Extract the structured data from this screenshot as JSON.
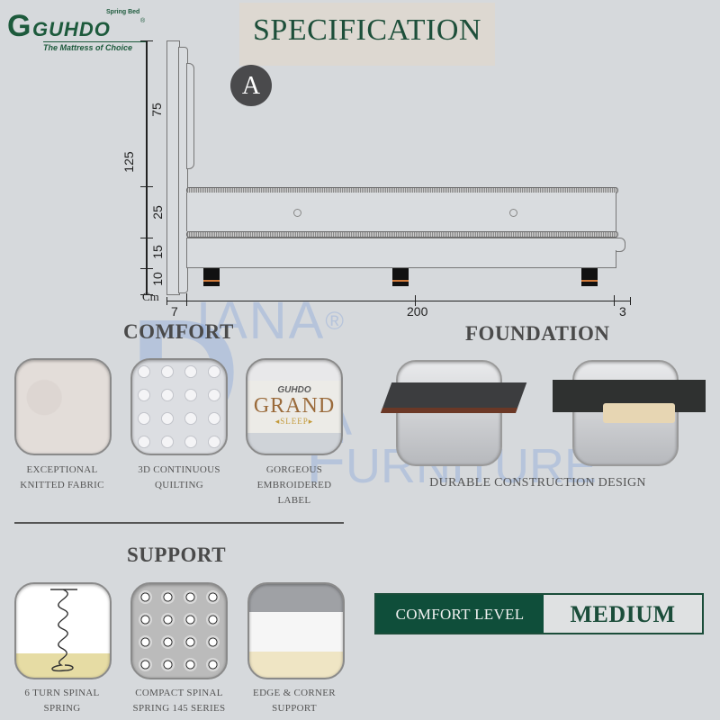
{
  "brand": {
    "logo_letter": "G",
    "name": "GUHDO",
    "subtitle": "Spring Bed",
    "registered": "®",
    "tagline": "The Mattress of Choice",
    "color": "#1d5a3c"
  },
  "header": {
    "title": "SPECIFICATION",
    "model_badge": "A"
  },
  "dimensions": {
    "unit": "Cm",
    "vertical": {
      "total": "125",
      "headboard": "75",
      "mattress": "25",
      "base": "15",
      "legs": "10"
    },
    "horizontal": {
      "headboard_thickness": "7",
      "length": "200",
      "overhang": "3"
    }
  },
  "watermark": {
    "line1": "DIANA",
    "registered": "®",
    "line2": "EVA",
    "line3": "FURNITURE"
  },
  "comfort": {
    "heading": "COMFORT",
    "items": [
      {
        "icon": "knitted-fabric-swatch",
        "caption_line1": "EXCEPTIONAL",
        "caption_line2": "KNITTED FABRIC",
        "caption_line3": ""
      },
      {
        "icon": "quilting-swatch",
        "caption_line1": "3D CONTINUOUS",
        "caption_line2": "QUILTING",
        "caption_line3": ""
      },
      {
        "icon": "embroidered-label-swatch",
        "caption_line1": "GORGEOUS",
        "caption_line2": "EMBROIDERED",
        "caption_line3": "LABEL",
        "label_brand": "GUHDO",
        "label_title": "GRAND",
        "label_sub": "◂SLEEP▸"
      }
    ]
  },
  "foundation": {
    "heading": "FOUNDATION",
    "items": [
      {
        "icon": "wooden-frame-foundation"
      },
      {
        "icon": "upholstered-box-foundation"
      }
    ],
    "caption": "DURABLE CONSTRUCTION DESIGN"
  },
  "support": {
    "heading": "SUPPORT",
    "items": [
      {
        "icon": "spiral-spring",
        "caption_line1": "6 TURN SPINAL",
        "caption_line2": "SPRING"
      },
      {
        "icon": "pocket-spring-grid",
        "caption_line1": "COMPACT SPINAL",
        "caption_line2": "SPRING 145 SERIES"
      },
      {
        "icon": "edge-corner-cutaway",
        "caption_line1": "EDGE  & CORNER",
        "caption_line2": "SUPPORT"
      }
    ]
  },
  "comfort_level": {
    "label": "COMFORT LEVEL",
    "value": "MEDIUM",
    "color": "#0f4e3a"
  }
}
